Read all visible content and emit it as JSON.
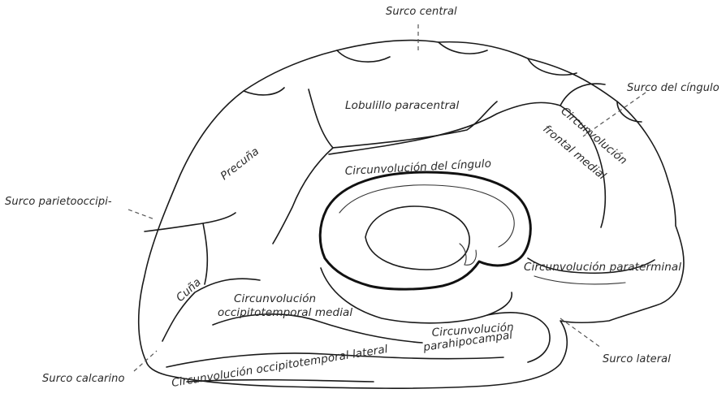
{
  "external_labels": {
    "surco_central": "Surco central",
    "surco_cingulo": "Surco del cíngulo",
    "surco_parietooccipital": "Surco parietooccipi-",
    "surco_calcarino": "Surco calcarino",
    "surco_lateral": "Surco lateral"
  },
  "region_labels": {
    "lobulillo_paracentral": "Lobulillo paracentral",
    "precuna": "Precuña",
    "circ_frontal_medial_1": "Circunvolución",
    "circ_frontal_medial_2": "frontal medial",
    "circ_cingulo": "Circunvolución del cíngulo",
    "cuna": "Cuña",
    "circ_paraterminal": "Circunvolución paraterminal",
    "circ_occipitotemporal_medial_1": "Circunvolución",
    "circ_occipitotemporal_medial_2": "occipitotemporal medial",
    "circ_parahipocampal_1": "Circunvolución",
    "circ_parahipocampal_2": "parahipocampal",
    "circ_occipitotemporal_lateral": "Circunvolución occipitotemporal lateral"
  }
}
